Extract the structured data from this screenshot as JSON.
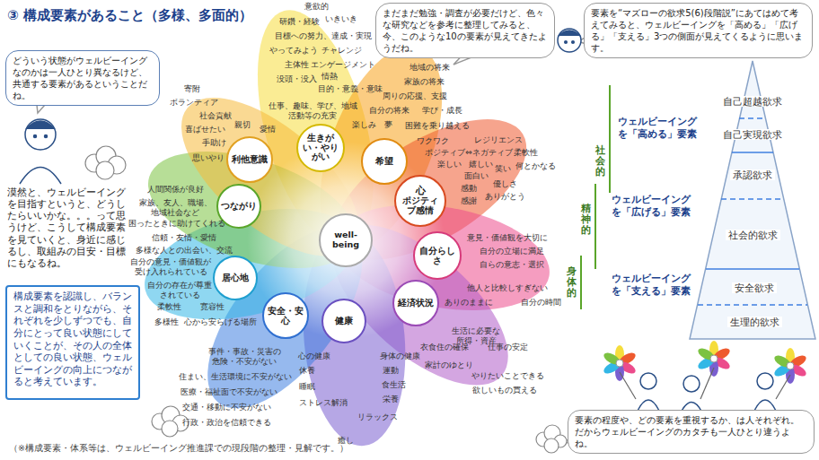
{
  "diagram": {
    "title": "③ 構成要素があること（多様、多面的）",
    "nodes": [
      {
        "text": [
          "どういう状態がウェルビーイングなのかは一人ひとり異なるけど、共通する要素があるということだね。"
        ]
      },
      {
        "text": [
          "まだまだ勉強・調査が必要だけど、色々な研究などを参考に整理してみると、今、このような10の要素が見えてきたようだね。"
        ]
      },
      {
        "text": [
          "要素を“マズローの欲求5(6)段階説”にあてはめて考えてみると、ウェルビーイングを「高める」「広げる」「支える」3つの側面が見えてくるように思います。"
        ]
      },
      {
        "text": [
          "well-being"
        ]
      },
      {
        "text": [
          "利他意識"
        ]
      },
      {
        "text": [
          "生きがい・やりがい"
        ]
      },
      {
        "text": [
          "希望"
        ]
      },
      {
        "text": [
          "心",
          "ポジティブ感情"
        ]
      },
      {
        "text": [
          "自分らしさ"
        ]
      },
      {
        "text": [
          "経済状況"
        ]
      },
      {
        "text": [
          "健康"
        ]
      },
      {
        "text": [
          "安全・安心"
        ]
      },
      {
        "text": [
          "居心地"
        ]
      },
      {
        "text": [
          "つながり"
        ]
      },
      {
        "text": [
          "構成要素を認識し、バランスと調和をとりながら、それぞれを少しずつでも、自分にとって良い状態にしていくことが、その人の全体としての良い状態、ウェルビーイングの向上につながると考えています。"
        ]
      },
      {
        "text": [
          "要素の程度や、どの要素を重視するか、は人それぞれ。だからウェルビーイングのカタチも一人ひとり違うよね。"
        ]
      },
      {
        "text": [
          "自己超越欲求"
        ]
      },
      {
        "text": [
          "自己実現欲求"
        ]
      },
      {
        "text": [
          "承認欲求"
        ]
      },
      {
        "text": [
          "社会的欲求"
        ]
      },
      {
        "text": [
          "安全欲求"
        ]
      },
      {
        "text": [
          "生理的欲求"
        ]
      }
    ],
    "labels": [
      "寄附",
      "ボランティア",
      "社会貢献",
      "喜ばせたい",
      "親切",
      "手助け",
      "愛情",
      "思いやり",
      "意欲的",
      "いきいき",
      "研鑽・経験",
      "目標への努力、達成・実現",
      "やってみよう",
      "チャレンジ",
      "主体性",
      "エンゲージメント",
      "没頭・没入",
      "情熱",
      "目的・意義・意味",
      "仕事、趣味、学び、地域活動等の充実",
      "地域の将来",
      "家族の将来",
      "周りの応援、支援",
      "自分の将来",
      "学び・成長",
      "楽しみ",
      "夢",
      "困難を乗り越える",
      "ワクワク",
      "レジリエンス",
      "ポジティブ⇔ネガティブ",
      "柔軟性",
      "楽しい",
      "嬉しい",
      "笑い",
      "何とかなる",
      "面白い",
      "感動",
      "優しさ",
      "感謝",
      "ありがとう",
      "意見・価値観を大切に",
      "自分の立場に満足",
      "自らの意志・選択",
      "他人と比較しすぎない",
      "ありのままに",
      "自分の時間",
      "生活に必要な所得・資産",
      "衣食住の確保",
      "仕事の安定",
      "家計のゆとり",
      "やりたいことできる",
      "欲しいもの買える",
      "心の健康",
      "身体の健康",
      "休養",
      "運動",
      "食生活",
      "睡眠",
      "栄養",
      "ストレス解消",
      "リラックス",
      "癒し",
      "事件・事故・災害の危険・不安がない",
      "住まい、生活環境に不安がない",
      "医療・福祉面で不安がない",
      "交通・移動に不安がない",
      "行政・政治を信頼できる",
      "自分の意見・価値観が受け入れられている",
      "自分の存在が尊重されている",
      "柔軟性",
      "寛容性",
      "多様性",
      "心から安らげる場所",
      "人間関係が良好",
      "家族、友人、職場、地域社会など",
      "困ったときに助けてくれる",
      "信頼・友情・愛情",
      "多様な人との出会い、交流",
      "漠然と、ウェルビーイングを目指すというと、どうしたらいいかな。。。って思うけど、こうして構成要素を見ていくと、身近に感じるし、取組みの目安・目標にもなるね。",
      "ウェルビーイングを「高める」要素",
      "ウェルビーイングを「広げる」要素",
      "ウェルビーイングを「支える」要素",
      "社会的",
      "精神的",
      "身体的",
      "（※構成要素・体系等は、ウェルビーイング推進課での現段階の整理・見解です。）"
    ]
  }
}
